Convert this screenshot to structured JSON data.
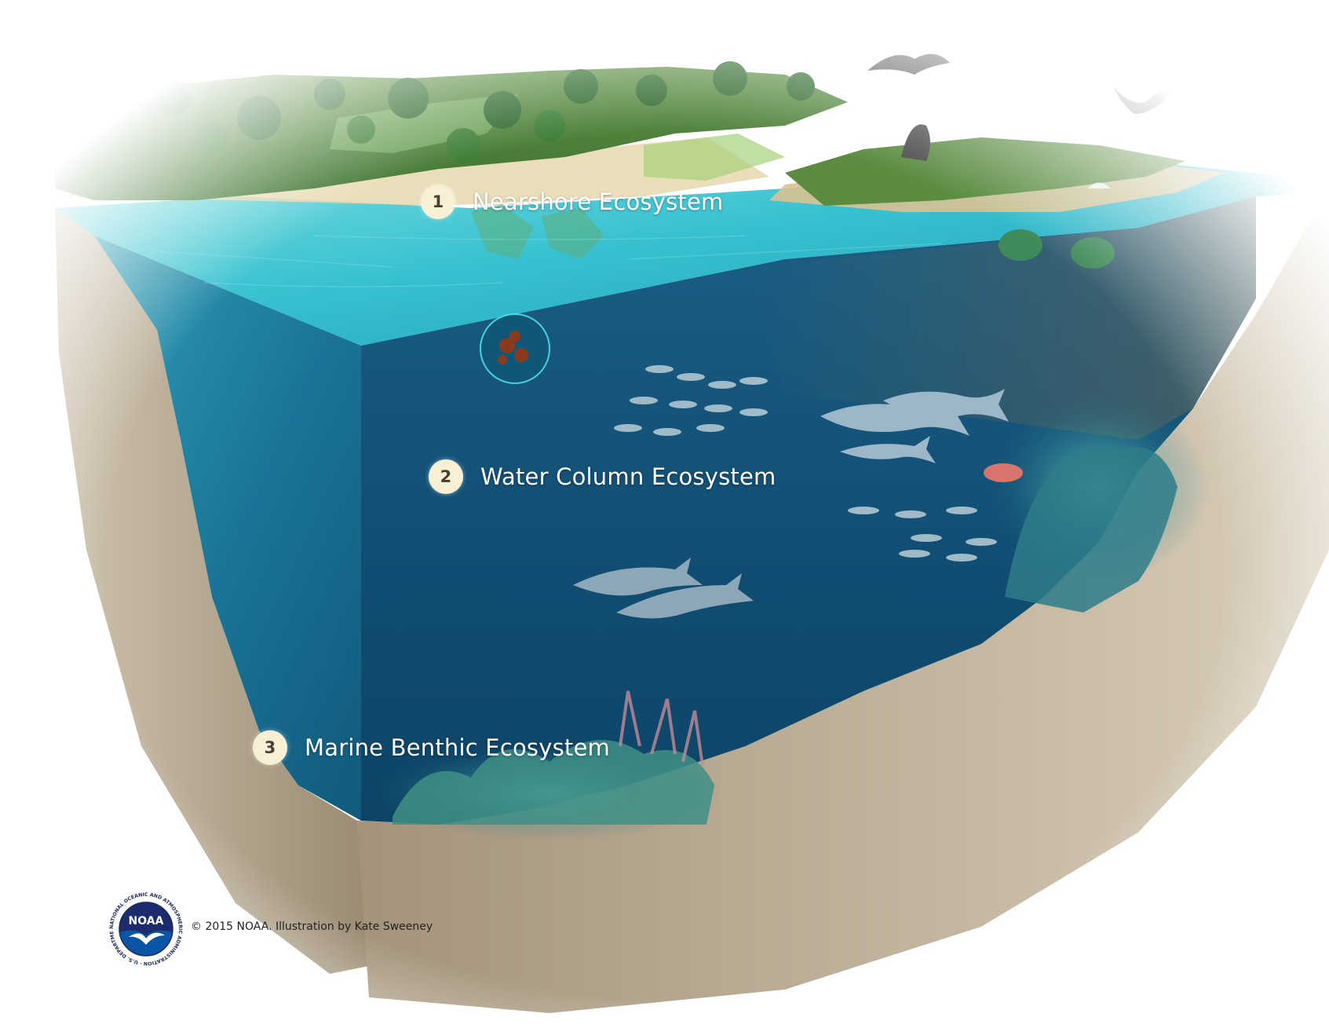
{
  "labels": [
    {
      "number": "1",
      "text": "Nearshore Ecosystem"
    },
    {
      "number": "2",
      "text": "Water Column Ecosystem"
    },
    {
      "number": "3",
      "text": "Marine Benthic Ecosystem"
    }
  ],
  "credit": "© 2015 NOAA.  Illustration by Kate Sweeney",
  "logo": {
    "wordmark": "NOAA",
    "ring_text": "NATIONAL OCEANIC AND ATMOSPHERIC ADMINISTRATION · U.S. DEPARTMENT OF COMMERCE"
  },
  "colors": {
    "shallow_water": "#3fc4cc",
    "deep_water": "#0f4f73",
    "seabed": "#a89a80",
    "vegetation": "#4f8a3a",
    "sand": "#e6d7ad",
    "badge": "#f7f0d4",
    "noaa_blue": "#0b55a6"
  }
}
